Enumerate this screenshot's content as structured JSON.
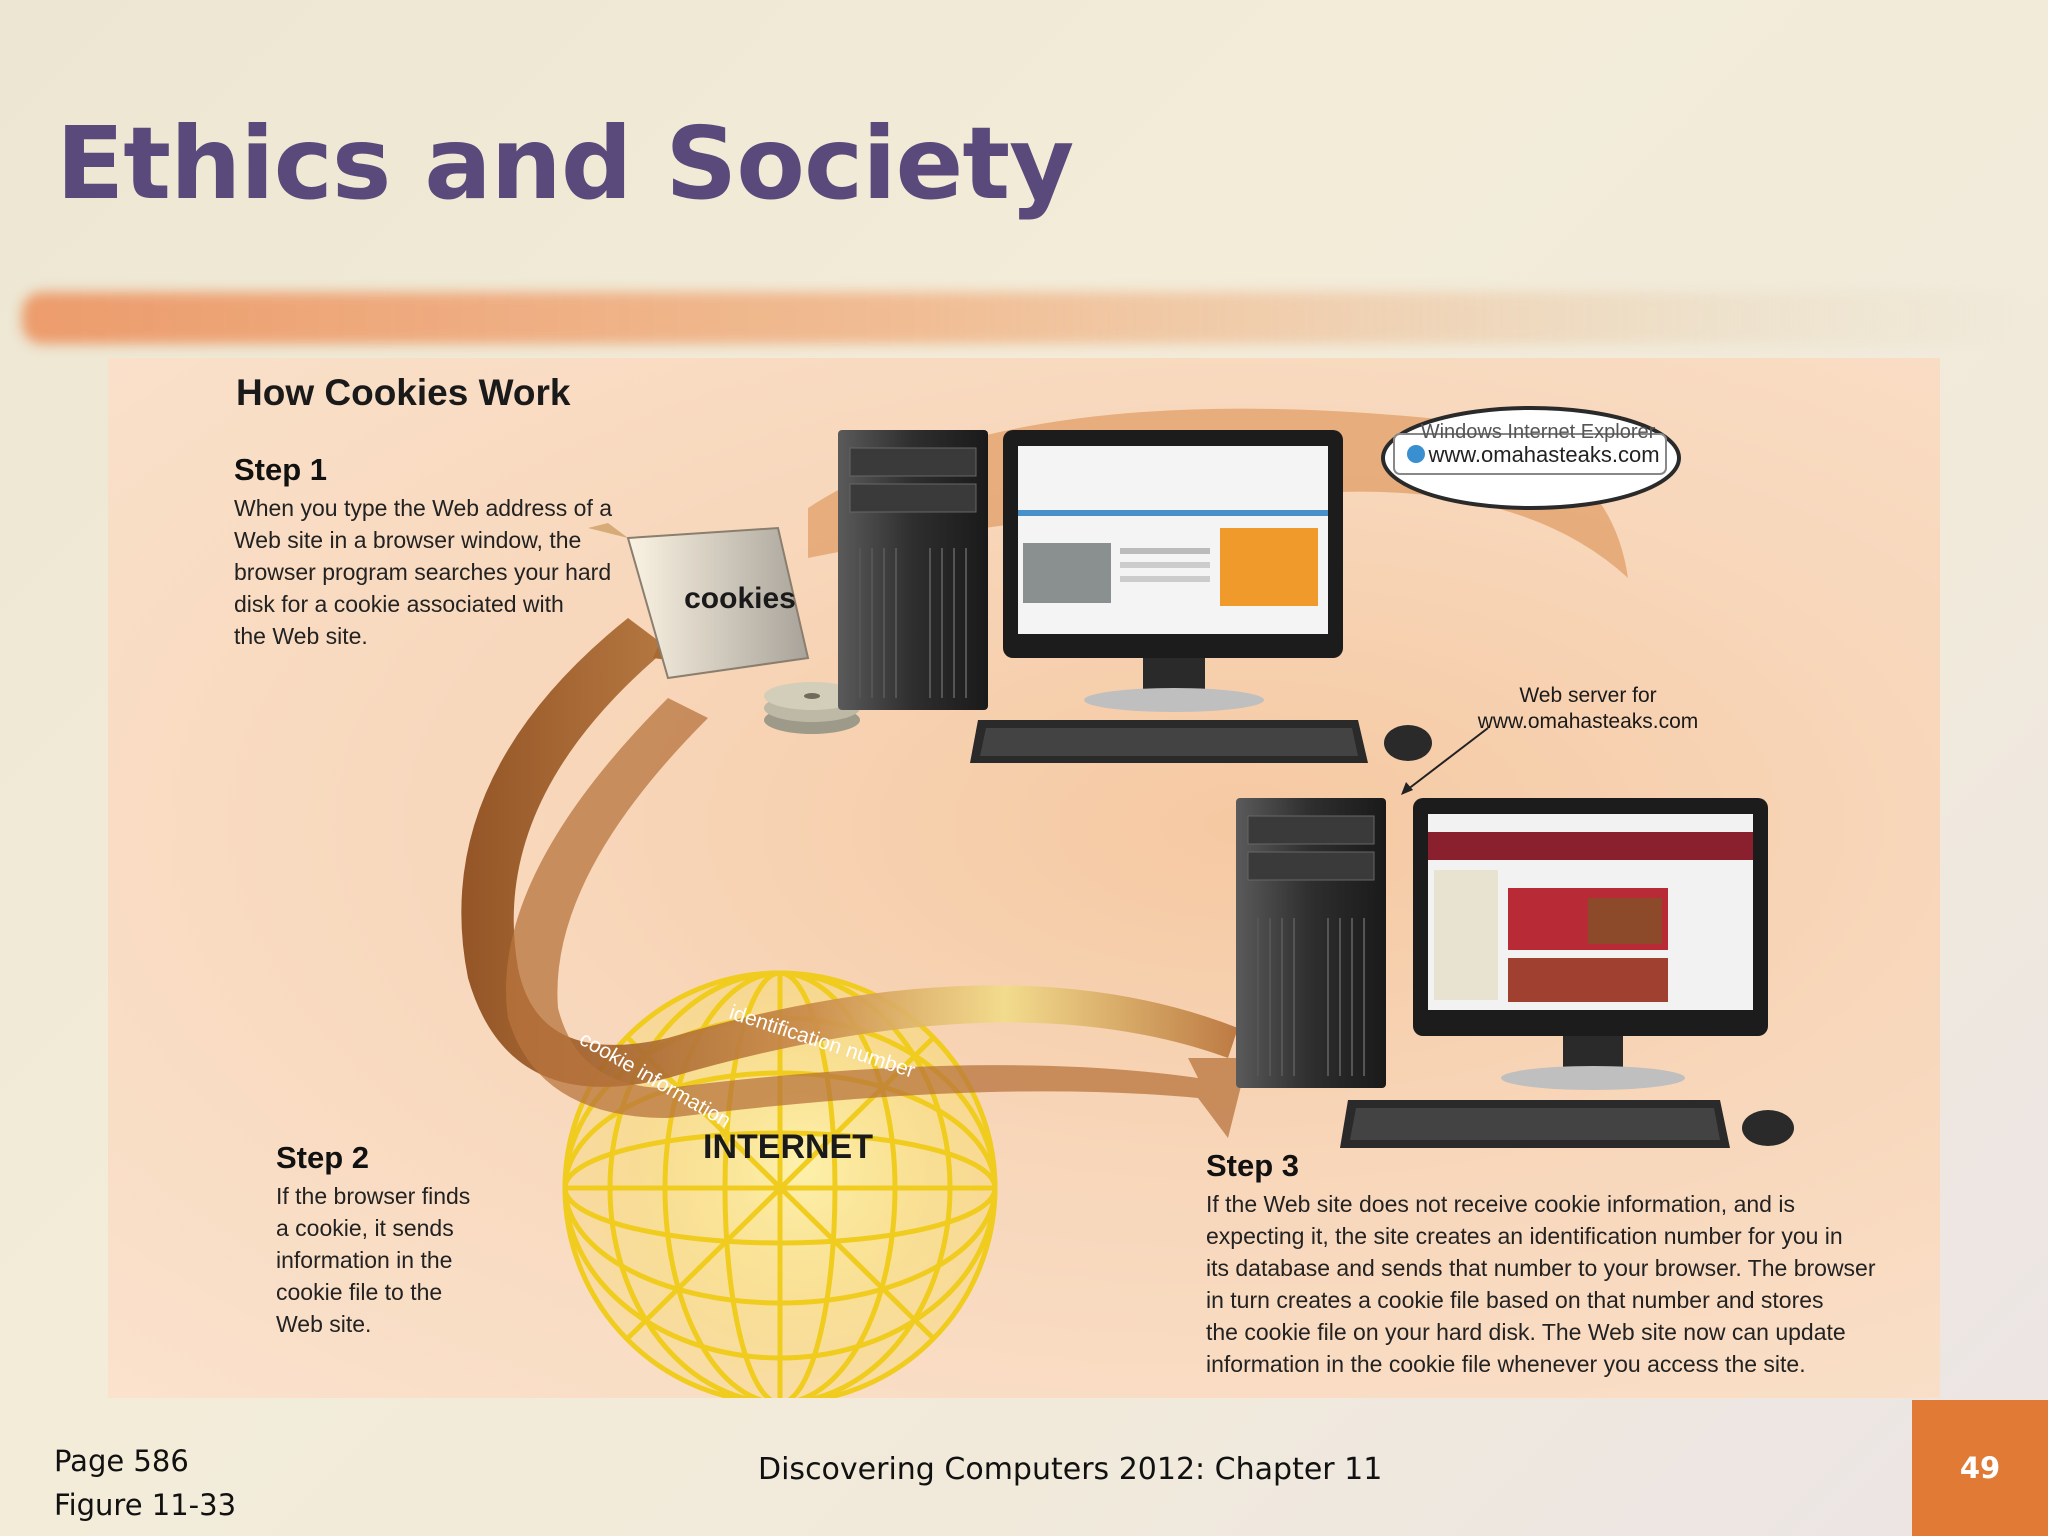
{
  "slide": {
    "title": "Ethics and Society",
    "footer_page": "Page 586",
    "footer_figure": "Figure 11-33",
    "footer_center": "Discovering Computers 2012: Chapter 11",
    "slide_number": "49"
  },
  "figure": {
    "heading": "How Cookies Work",
    "cookies_label": "cookies",
    "browser_title": "Windows Internet Explorer",
    "address_url": "www.omahasteaks.com",
    "server_label_line1": "Web server for",
    "server_label_line2": "www.omahasteaks.com",
    "internet_label": "INTERNET",
    "arrow_label_id": "identification number",
    "arrow_label_cookie": "cookie information",
    "step1": {
      "title": "Step 1",
      "body": "When you type the Web address of a\nWeb site in a browser window, the\nbrowser program searches your hard\ndisk for a cookie associated with\nthe Web site."
    },
    "step2": {
      "title": "Step 2",
      "body": "If the browser finds\na cookie, it sends\ninformation in the\ncookie file to the\nWeb site."
    },
    "step3": {
      "title": "Step 3",
      "body": "If the Web site does not receive cookie information, and is\nexpecting it, the site creates an identification number for you in\nits database and sends that number to your browser. The browser\nin turn creates a cookie file based on that number and stores\nthe cookie file on your hard disk. The Web site now can update\ninformation in the cookie file whenever you access the site."
    }
  },
  "colors": {
    "title": "#5a4a7c",
    "accent_orange": "#e07a35",
    "arrow_brown": "#a85a22",
    "globe_yellow": "#f3d528"
  }
}
